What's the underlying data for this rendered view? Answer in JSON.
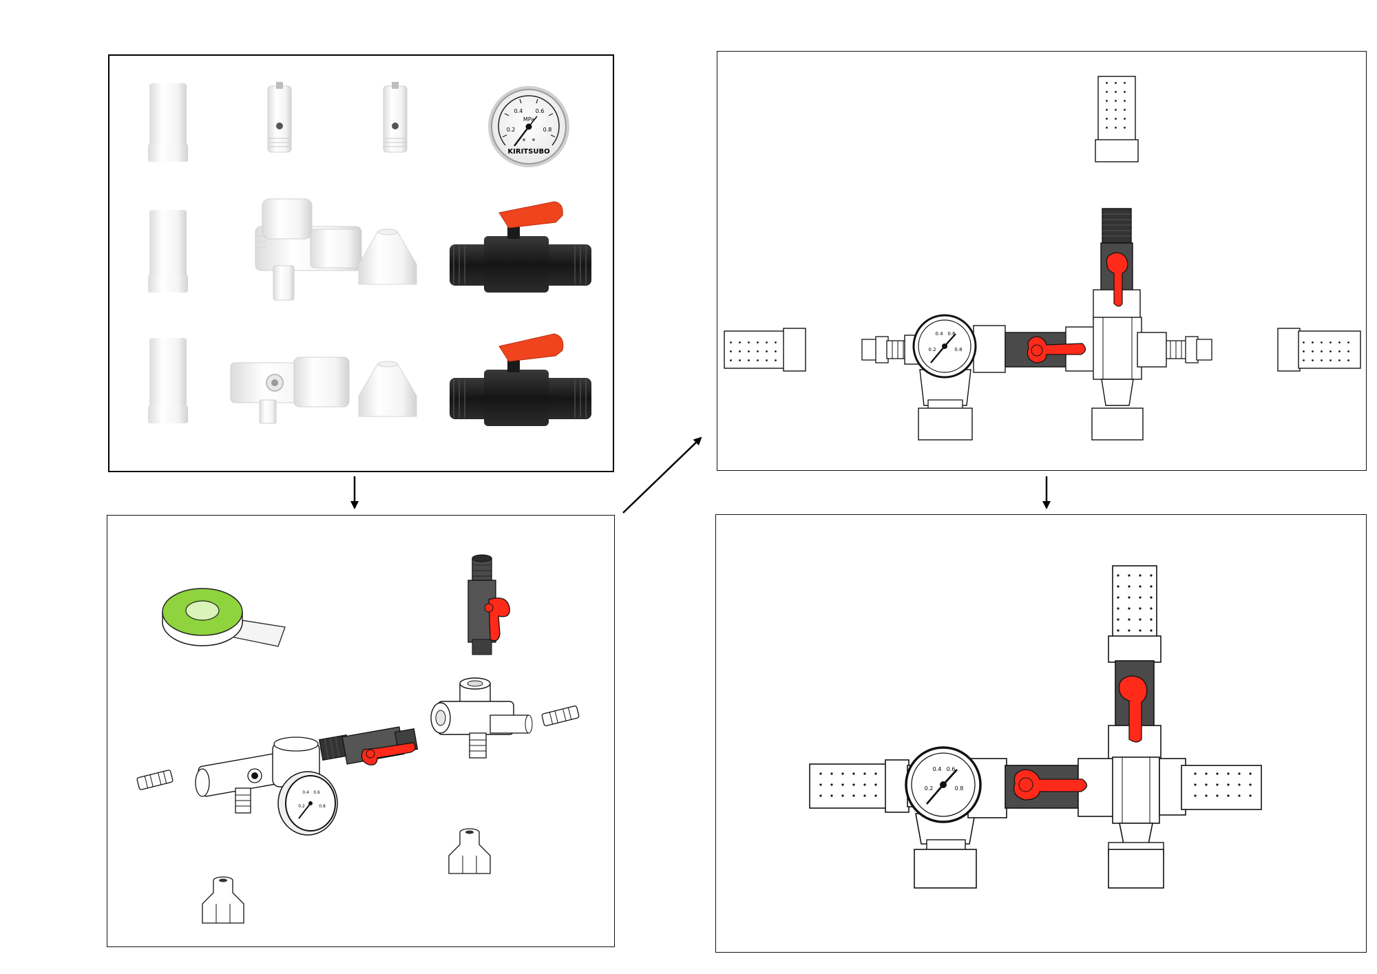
{
  "panels": {
    "parts": {
      "gauge": {
        "unit_label": "MPa",
        "brand_label": "KIRITSUBO",
        "ticks": [
          "0.2",
          "0.4",
          "0.6",
          "0.8"
        ]
      }
    },
    "exploded": {
      "gauge": {
        "ticks": [
          "0.2",
          "0.4",
          "0.6",
          "0.8"
        ]
      }
    },
    "layout": {
      "gauge": {
        "ticks": [
          "0.2",
          "0.4",
          "0.6",
          "0.8"
        ]
      }
    },
    "final": {
      "gauge": {
        "ticks": [
          "0.2",
          "0.4",
          "0.6",
          "0.8"
        ]
      }
    }
  },
  "colors": {
    "valve_handle": "#ff2a1a",
    "valve_handle_photo": "#f0441e",
    "valve_body": "#222222",
    "valve_body_drawing": "#4a4a4a",
    "tape_green": "#7ec832",
    "fitting_white": "#ffffff",
    "outline": "#111111"
  },
  "arrows": [
    {
      "from": "parts",
      "to": "exploded",
      "direction": "down"
    },
    {
      "from": "exploded",
      "to": "layout",
      "direction": "up-right"
    },
    {
      "from": "layout",
      "to": "final",
      "direction": "down"
    }
  ]
}
